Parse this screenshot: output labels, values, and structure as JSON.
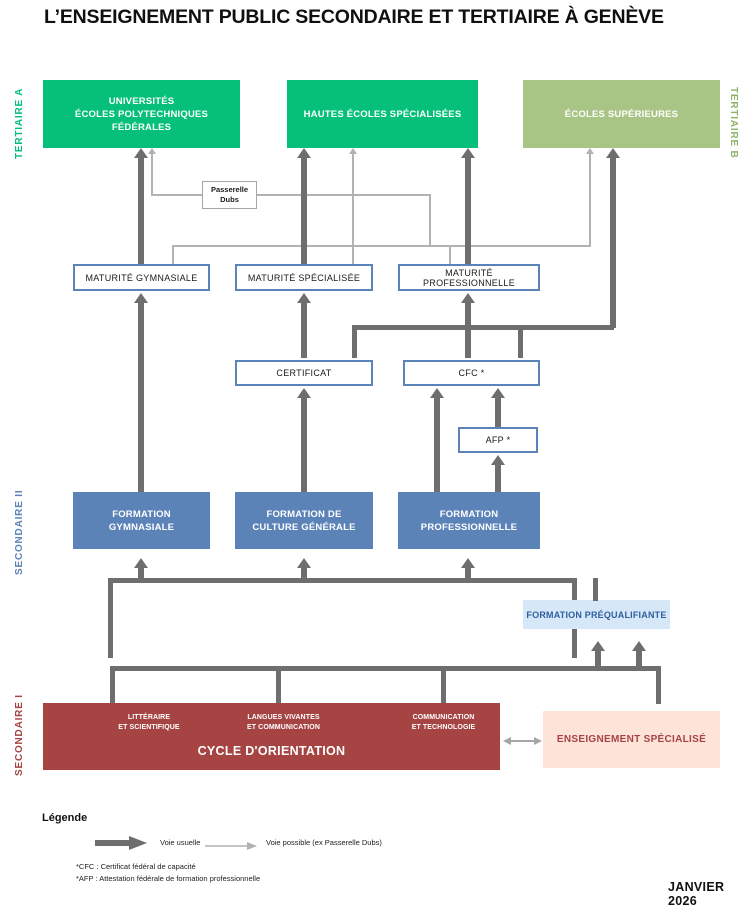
{
  "page": {
    "title": "L’ENSEIGNEMENT PUBLIC SECONDAIRE ET TERTIAIRE À GENÈVE",
    "date": "JANVIER 2026"
  },
  "side_labels": {
    "tertiaire_a": "TERTIAIRE A",
    "tertiaire_b": "TERTIAIRE B",
    "secondaire_ii": "SECONDAIRE II",
    "secondaire_i": "SECONDAIRE I"
  },
  "tertiary": [
    {
      "id": "universites",
      "label": "UNIVERSITÉS\nÉCOLES POLYTECHNIQUES\nFÉDÉRALES",
      "line1": "UNIVERSITÉS",
      "line2": "ÉCOLES POLYTECHNIQUES",
      "line3": "FÉDÉRALES",
      "color": "#06c07a"
    },
    {
      "id": "hes",
      "label": "HAUTES ÉCOLES SPÉCIALISÉES",
      "color": "#06c07a"
    },
    {
      "id": "es",
      "label": "ÉCOLES SUPÉRIEURES",
      "color": "#a8c585"
    }
  ],
  "passerelle": {
    "line1": "Passerelle",
    "line2": "Dubs"
  },
  "maturites": [
    {
      "id": "gymnasiale",
      "label": "MATURITÉ GYMNASIALE"
    },
    {
      "id": "specialisee",
      "label": "MATURITÉ SPÉCIALISÉE"
    },
    {
      "id": "professionnelle",
      "label": "MATURITÉ PROFESSIONNELLE"
    }
  ],
  "certifications": [
    {
      "id": "certificat",
      "label": "CERTIFICAT"
    },
    {
      "id": "cfc",
      "label": "CFC *"
    },
    {
      "id": "afp",
      "label": "AFP *"
    }
  ],
  "formations": [
    {
      "id": "gymnasiale",
      "line1": "FORMATION",
      "line2": "GYMNASIALE"
    },
    {
      "id": "culture-generale",
      "line1": "FORMATION DE",
      "line2": "CULTURE GÉNÉRALE"
    },
    {
      "id": "professionnelle",
      "line1": "FORMATION",
      "line2": "PROFESSIONNELLE"
    }
  ],
  "prequalifiante": {
    "label": "FORMATION PRÉQUALIFIANTE"
  },
  "cycle_orientation": {
    "title": "CYCLE D'ORIENTATION",
    "sections": [
      {
        "line1": "LITTÉRAIRE",
        "line2": "ET SCIENTIFIQUE"
      },
      {
        "line1": "LANGUES VIVANTES",
        "line2": "ET COMMUNICATION"
      },
      {
        "line1": "COMMUNICATION",
        "line2": "ET TECHNOLOGIE"
      }
    ]
  },
  "enseignement_specialise": {
    "label": "ENSEIGNEMENT SPÉCIALISÉ"
  },
  "legend": {
    "title": "Légende",
    "usuelle": "Voie usuelle",
    "possible": "Voie possible  (ex Passerelle Dubs)",
    "note_cfc": "*CFC : Certificat fédéral de capacité",
    "note_afp": "*AFP : Attestation fédérale de formation professionnelle"
  },
  "colors": {
    "green": "#06c07a",
    "olive": "#a8c585",
    "blue": "#5b83b8",
    "red": "#a64444",
    "lightblue": "#d6e7f8",
    "peach": "#fde3d8",
    "arrow_dark": "#6e6e6e",
    "arrow_light": "#b2b2b2"
  }
}
